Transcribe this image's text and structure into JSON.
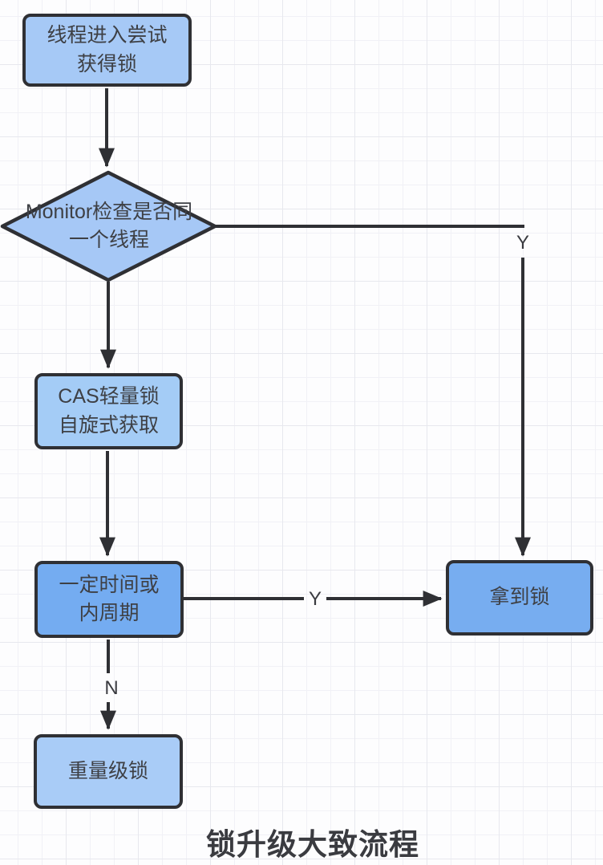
{
  "diagram": {
    "title": "锁升级大致流程",
    "colors": {
      "node_fill_light": "#a6c9f6",
      "node_fill_medium": "#76adf1",
      "stroke": "#2f3034",
      "text": "#3e4045",
      "grid_minor": "#f1f1f6",
      "grid_major": "#e7e8ee",
      "background": "#fdfdfe"
    },
    "nodes": {
      "start": {
        "label": [
          "线程进入尝试",
          "获得锁"
        ],
        "fill": "#a6c9f6"
      },
      "monitor_check": {
        "label": [
          "Monitor检查是否同",
          "一个线程"
        ],
        "fill": "#a6c8f6"
      },
      "cas_spin": {
        "label": [
          "CAS轻量锁",
          "自旋式获取"
        ],
        "fill": "#a4ccf6"
      },
      "spin_limit": {
        "label": [
          "一定时间或",
          "内周期"
        ],
        "fill": "#74acf1"
      },
      "got_lock": {
        "label": [
          "拿到锁"
        ],
        "fill": "#77adf0"
      },
      "heavy_lock": {
        "label": [
          "重量级锁"
        ],
        "fill": "#a9ccf7"
      }
    },
    "edge_labels": {
      "monitor_yes": "Y",
      "spin_yes": "Y",
      "spin_no": "N"
    }
  }
}
